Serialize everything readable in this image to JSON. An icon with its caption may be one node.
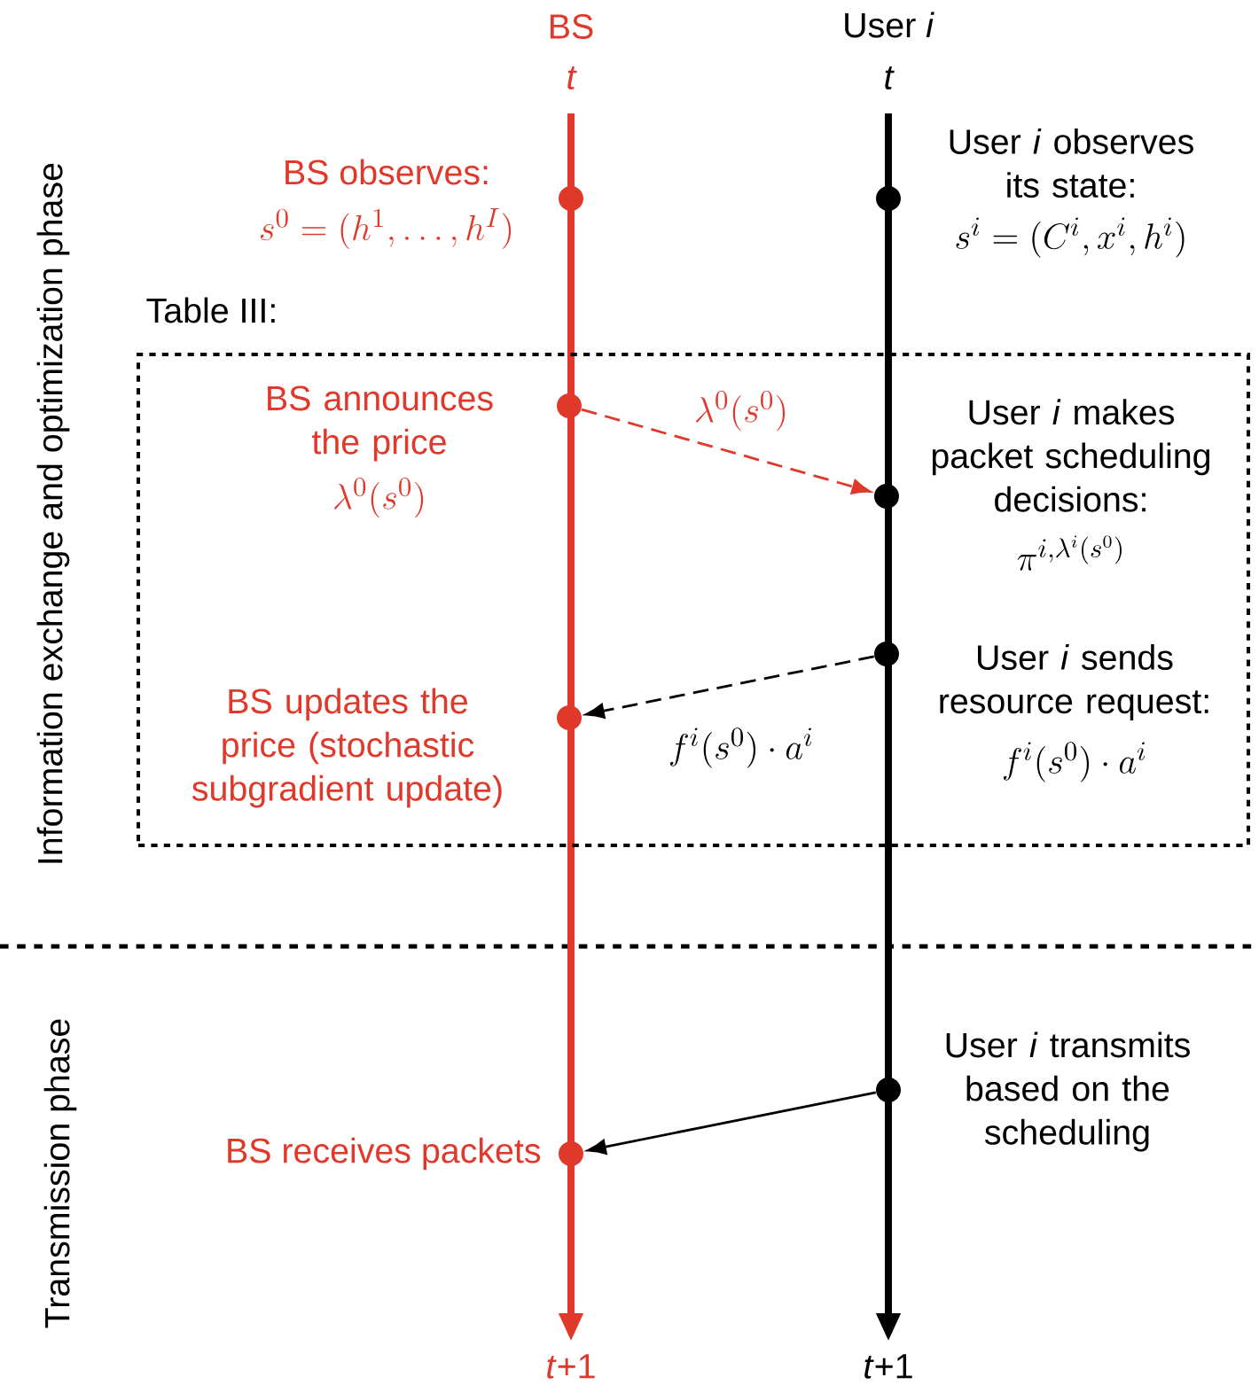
{
  "diagram": {
    "nodes": [
      {
        "text": [],
        "shape": "circle",
        "beside": [
          "BS observes:",
          "s^{0}=(h^{1},\\ldots,h^{I})"
        ]
      },
      {
        "text": [],
        "shape": "circle",
        "beside": [
          "User *i* observes its state:",
          "s^{i}=(C^{i},x^{i},h^{i})"
        ]
      },
      {
        "text": [
          "Table III:"
        ]
      },
      {
        "text": [],
        "shape": "circle",
        "in": 2,
        "beside": [
          "BS announces the price",
          "\\lambda^{0}(s^{0})"
        ]
      },
      {
        "text": [],
        "shape": "circle",
        "in": 2,
        "beside": [
          "User *i* makes packet scheduling decisions:",
          "\\pi^{i,\\lambda^{i}(s^{0})}"
        ]
      },
      {
        "text": [],
        "shape": "circle",
        "in": 2,
        "beside": [
          "User *i* sends resource request:",
          "f^{i}(s^{0})\\cdot a^{i}"
        ]
      },
      {
        "text": [],
        "shape": "circle",
        "in": 2,
        "beside": [
          "BS updates the price (stochastic subgradient update)"
        ]
      },
      {
        "text": [],
        "shape": "circle",
        "beside": [
          "User *i* transmits based on the scheduling"
        ]
      },
      {
        "text": [],
        "shape": "circle",
        "beside": [
          "BS receives packets"
        ]
      }
    ],
    "edges": [
      {
        "from": 3,
        "to": 4,
        "arrow": "to",
        "style": "dashed",
        "color": "#e0382b",
        "label": "\\lambda^{0}(s^{0})"
      },
      {
        "from": 5,
        "to": 6,
        "arrow": "to",
        "style": "dashed",
        "label": "f^{i}(s^{0})\\cdot a^{i}"
      },
      {
        "from": 7,
        "to": 8,
        "arrow": "to"
      }
    ],
    "labels": [
      "BS",
      "t",
      "User *i*",
      "t",
      "Information exchange and optimization phase",
      "Transmission phase",
      "*t*+1",
      "*t*+1"
    ]
  }
}
